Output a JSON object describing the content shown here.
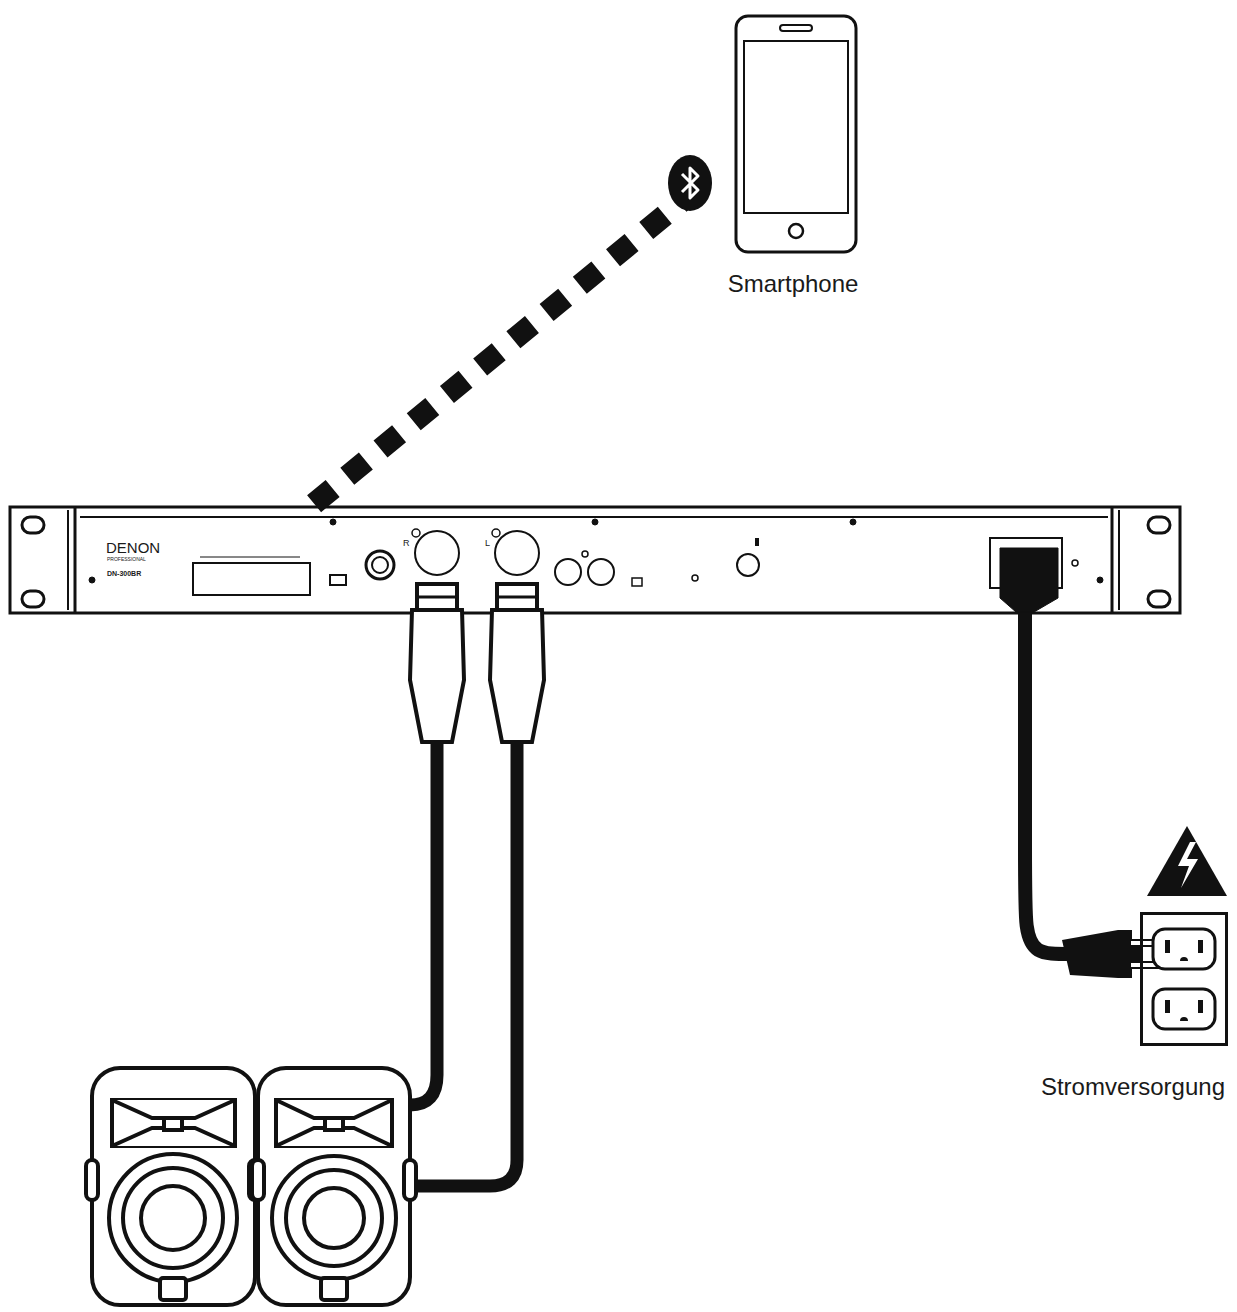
{
  "diagram": {
    "nodes": [
      {
        "text": [
          "Smartphone"
        ]
      },
      {
        "text": [
          "DENON",
          "PROFESSIONAL",
          "DN-300BR"
        ]
      },
      {
        "text": [
          "Stromversorgung"
        ]
      }
    ],
    "edges": [
      {
        "from": 0,
        "to": 1,
        "arrow": "none"
      },
      {
        "from": 1,
        "to": 2,
        "arrow": "none"
      }
    ],
    "labels": [
      "R",
      "L"
    ]
  }
}
